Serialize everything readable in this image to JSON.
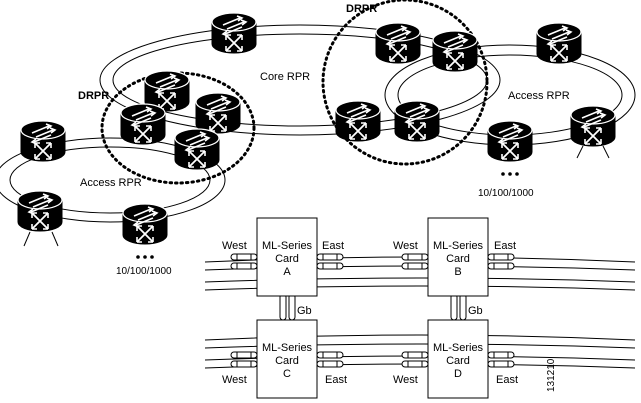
{
  "labels": {
    "drpr_left": "DRPR",
    "drpr_top": "DRPR",
    "core_rpr": "Core RPR",
    "access_rpr_left": "Access RPR",
    "access_rpr_right": "Access RPR",
    "speed_left": "10/100/1000",
    "speed_right": "10/100/1000",
    "figure_id": "131210",
    "gb_left": "Gb",
    "gb_right": "Gb"
  },
  "cards": [
    {
      "line1": "ML-Series",
      "line2": "Card",
      "line3": "A",
      "west": "West",
      "east": "East"
    },
    {
      "line1": "ML-Series",
      "line2": "Card",
      "line3": "B",
      "west": "West",
      "east": "East"
    },
    {
      "line1": "ML-Series",
      "line2": "Card",
      "line3": "C",
      "west": "West",
      "east": "East"
    },
    {
      "line1": "ML-Series",
      "line2": "Card",
      "line3": "D",
      "west": "West",
      "east": "East"
    }
  ],
  "icons": {
    "router": "router-icon",
    "port": "port-connector-icon"
  }
}
